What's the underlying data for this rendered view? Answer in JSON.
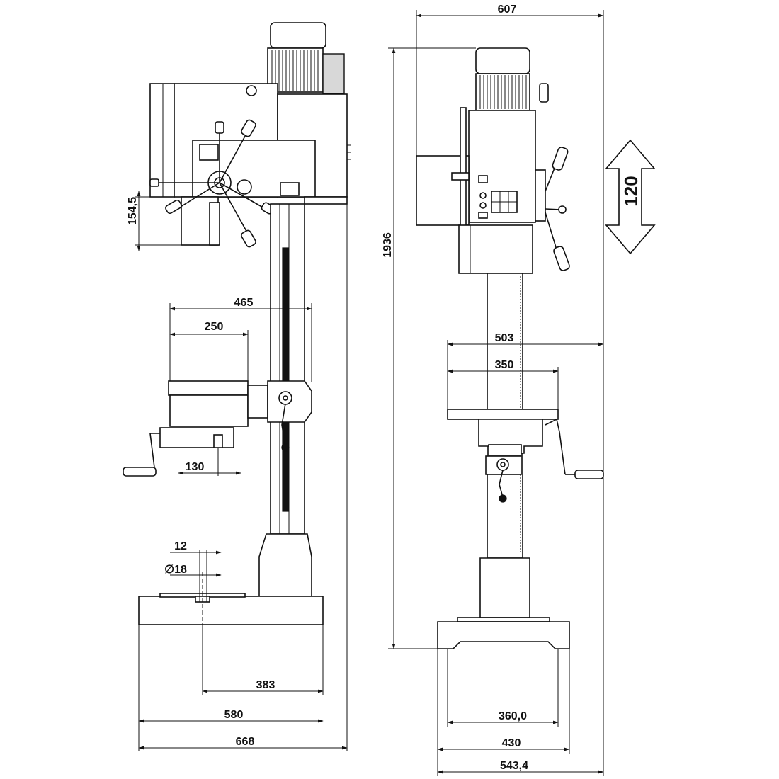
{
  "dimensions": {
    "d607": "607",
    "d1936": "1936",
    "d120": "120",
    "d154_5": "154,5",
    "d465": "465",
    "d250": "250",
    "d130": "130",
    "d12": "12",
    "d18": "∅18",
    "d383": "383",
    "d580": "580",
    "d668": "668",
    "d503": "503",
    "d350": "350",
    "d360": "360,0",
    "d430": "430",
    "d543_4": "543,4"
  },
  "colors": {
    "line": "#111111",
    "background": "#ffffff"
  }
}
